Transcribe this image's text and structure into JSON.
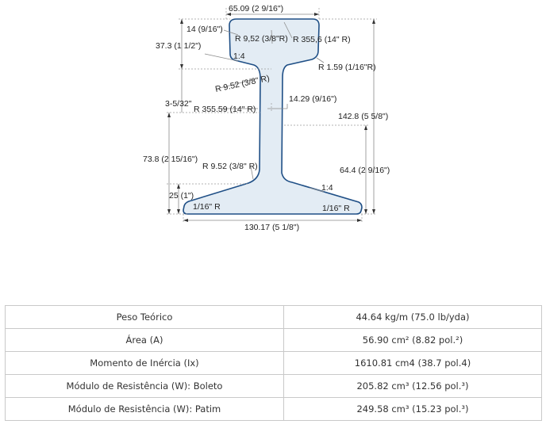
{
  "diagram": {
    "colors": {
      "profile_fill": "#e3ecf4",
      "profile_stroke": "#1f4f86",
      "dimension_line": "#8a8a8a"
    },
    "labels": {
      "head_width": "65.09 (2 9/16\")",
      "head_inner": "14 (9/16\")",
      "head_corner_radius": "R 9,52 (3/8\"R)",
      "head_top_radius": "R 355,6 (14\" R)",
      "head_height": "37.3 (1 1/2\")",
      "head_slope": "1:4",
      "head_tip_radius": "R 1.59 (1/16\"R)",
      "web_upper_fillet": "R 9.52 (3/8\" R)",
      "web_thickness": "14.29 (9/16\")",
      "web_radius_left_dim": "3-5/32\"",
      "web_radius": "R 355.59 (14\" R)",
      "total_height": "142.8 (5 5/8\")",
      "base_to_web_height": "73.8 (2 15/16\")",
      "web_lower_fillet": "R 9.52 (3/8\" R)",
      "neutral_axis_height": "64.4 (2 9/16\")",
      "base_slope": "1:4",
      "base_flange_height": "25 (1\")",
      "base_left_radius": "1/16\" R",
      "base_right_radius": "1/16\" R",
      "base_width": "130.17 (5 1/8\")"
    }
  },
  "properties": {
    "rows": [
      {
        "label": "Peso Teórico",
        "value": "44.64 kg/m (75.0 lb/yda)"
      },
      {
        "label": "Área (A)",
        "value": "56.90 cm² (8.82 pol.²)"
      },
      {
        "label": "Momento de Inércia (Ix)",
        "value": "1610.81 cm4 (38.7 pol.4)"
      },
      {
        "label": "Módulo de Resistência (W): Boleto",
        "value": "205.82 cm³ (12.56 pol.³)"
      },
      {
        "label": "Módulo de Resistência (W): Patim",
        "value": "249.58 cm³ (15.23 pol.³)"
      }
    ]
  }
}
